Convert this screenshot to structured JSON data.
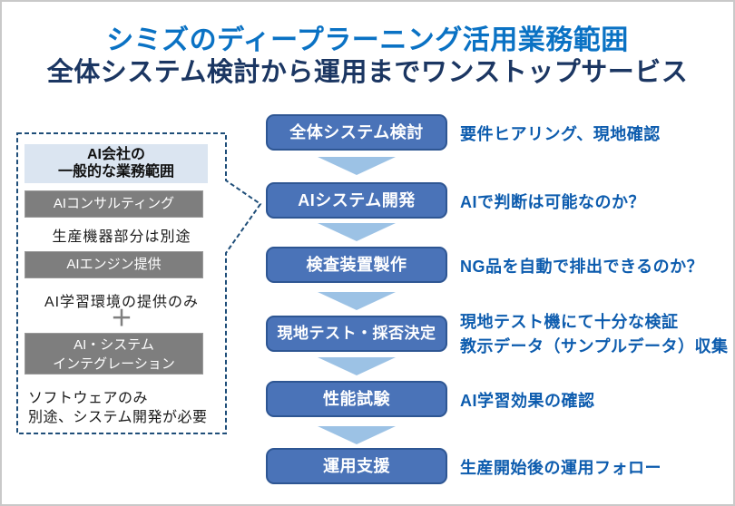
{
  "page": {
    "title": "シミズのディープラーニング活用業務範囲",
    "subtitle": "全体システム検討から運用までワンストップサービス"
  },
  "colors": {
    "title_blue": "#0a72c4",
    "subtitle_navy": "#1b3662",
    "flow_box_fill": "#4a73b8",
    "flow_box_border": "#2e5693",
    "arrow_light_blue": "#9cc2e5",
    "annotation_blue": "#0d5cae",
    "panel_header_bg": "#dbe5f1",
    "gray_box_fill": "#7e7e7e",
    "dashed_outline_navy": "#1f4e79"
  },
  "left_panel": {
    "header_line1": "AI会社の",
    "header_line2": "一般的な業務範囲",
    "item1_label": "AIコンサルティング",
    "item1_note": "生産機器部分は別途",
    "item2_label": "AIエンジン提供",
    "item2_note": "AI学習環境の提供のみ",
    "plus_sign": "＋",
    "item3_label_line1": "AI・システム",
    "item3_label_line2": "インテグレーション",
    "item3_note_line1": "ソフトウェアのみ",
    "item3_note_line2": "別途、システム開発が必要"
  },
  "flow": {
    "steps": [
      {
        "label": "全体システム検討",
        "note": "要件ヒアリング、現地確認"
      },
      {
        "label": "AIシステム開発",
        "note": "AIで判断は可能なのか？"
      },
      {
        "label": "検査装置製作",
        "note": "NG品を自動で排出できるのか？"
      },
      {
        "label": "現地テスト・採否決定",
        "note": "現地テスト機にて十分な検証\n教示データ（サンプルデータ）収集"
      },
      {
        "label": "性能試験",
        "note": "AI学習効果の確認"
      },
      {
        "label": "運用支援",
        "note": "生産開始後の運用フォロー"
      }
    ]
  }
}
